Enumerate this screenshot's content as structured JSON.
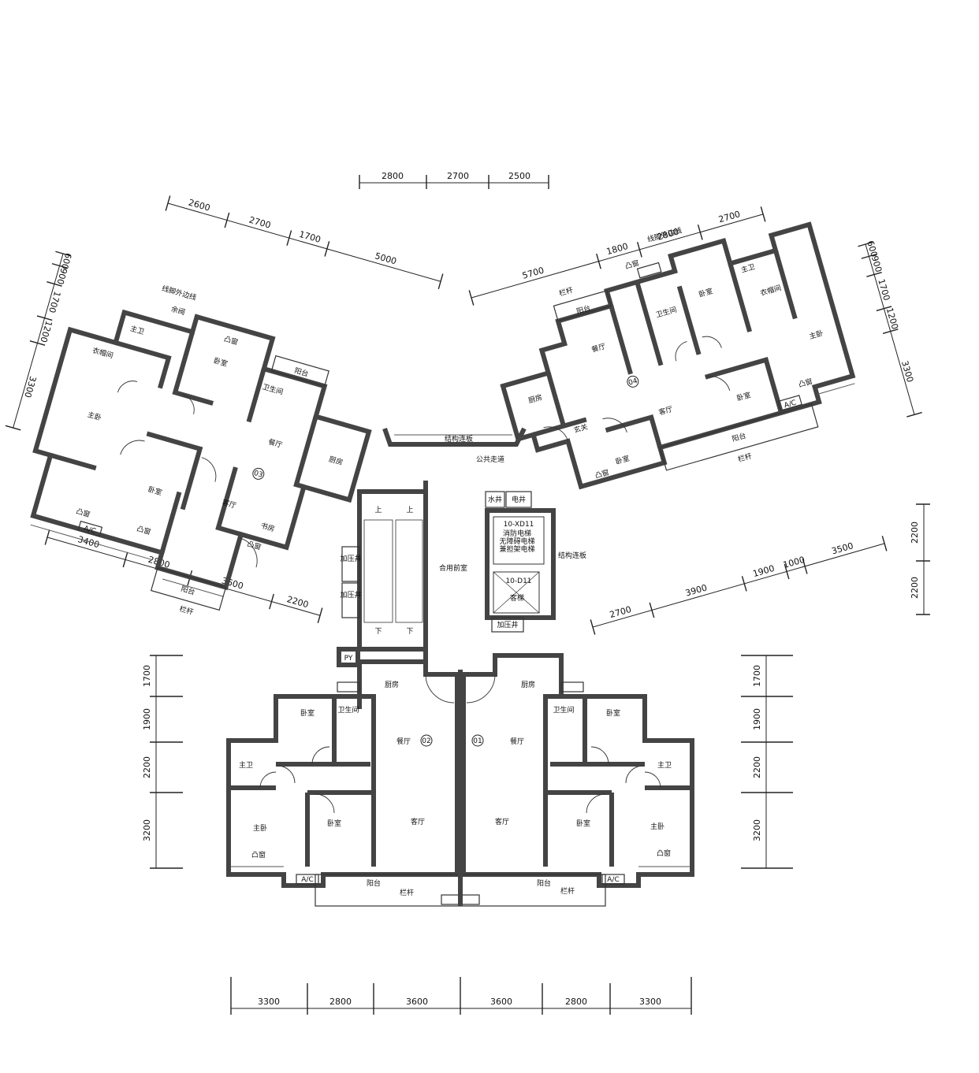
{
  "dims": {
    "top_center": [
      "2800",
      "2700",
      "2500"
    ],
    "top_left": [
      "2600",
      "2700",
      "1700",
      "5000"
    ],
    "top_right": [
      "5700",
      "1800",
      "2800",
      "2700"
    ],
    "left_vertical": [
      "600",
      "900",
      "1700",
      "1200",
      "3300"
    ],
    "right_vertical": [
      "600",
      "900",
      "1700",
      "1200",
      "3300"
    ],
    "mid_left": [
      "3400",
      "2800",
      "3600",
      "2200"
    ],
    "mid_right": [
      "2700",
      "3900",
      "1900",
      "1000",
      "3500"
    ],
    "mid_right_vertical": [
      "2200",
      "2200"
    ],
    "lower_left_vertical": [
      "1700",
      "1900",
      "2200",
      "3200"
    ],
    "lower_right_vertical": [
      "1700",
      "1900",
      "2200",
      "3200"
    ],
    "bottom": [
      "3300",
      "2800",
      "3600",
      "3600",
      "2800",
      "3300"
    ]
  },
  "unit03": {
    "tag": "03",
    "rooms": {
      "master_bath": "主卫",
      "bedroom_top": "卧室",
      "bath": "卫生间",
      "balcony_top": "阳台",
      "dining": "餐厅",
      "kitchen": "厨房",
      "closet": "衣帽间",
      "master": "主卧",
      "bedroom_mid": "卧室",
      "living": "客厅",
      "study": "书房",
      "balcony_bottom": "阳台"
    },
    "notes": {
      "line_outline": "线脚外边线",
      "flue": "余阀",
      "bay1": "凸窗",
      "bay2": "凸窗",
      "bay3": "凸窗",
      "bay4": "凸窗",
      "railing": "栏杆",
      "ac": "A/C"
    }
  },
  "unit04": {
    "tag": "04",
    "rooms": {
      "master_bath": "主卫",
      "bedroom_top": "卧室",
      "bath": "卫生间",
      "balcony_top": "阳台",
      "dining": "餐厅",
      "kitchen": "厨房",
      "closet": "衣帽间",
      "master": "主卧",
      "foyer": "玄关",
      "bedroom_mid": "卧室",
      "living": "客厅",
      "bedroom_low": "卧室",
      "balcony_bottom": "阳台"
    },
    "notes": {
      "line_outline": "线脚外边线",
      "railing_top": "栏杆",
      "bay_top": "凸窗",
      "bay_right": "凸窗",
      "bay_low": "凸窗",
      "railing_bottom": "栏杆",
      "ac": "A/C"
    }
  },
  "core": {
    "struct_slab_top": "结构连板",
    "public_corridor": "公共走道",
    "water_shaft": "水井",
    "elec_shaft": "电井",
    "shared_lobby": "合用前室",
    "fire_elevator_code": "10-XD11",
    "fire_elevator_line1": "消防电梯",
    "fire_elevator_line2": "无障碍电梯",
    "fire_elevator_line3": "兼担架电梯",
    "struct_slab_right": "结构连板",
    "car_elevator_code": "10-D11",
    "car_elevator_label": "客梯",
    "pressure_shaft_right": "加压井",
    "pressure_shaft_1": "加压井",
    "pressure_shaft_2": "加压井",
    "stair_up_1": "上",
    "stair_up_2": "上",
    "stair_down_1": "下",
    "stair_down_2": "下",
    "pipe": "PY"
  },
  "unit02": {
    "tag": "02",
    "rooms": {
      "kitchen": "厨房",
      "bedroom_top": "卧室",
      "bath": "卫生间",
      "dining": "餐厅",
      "master_bath": "主卫",
      "master": "主卧",
      "bedroom_mid": "卧室",
      "living": "客厅",
      "balcony": "阳台"
    },
    "notes": {
      "bay": "凸窗",
      "railing": "栏杆",
      "ac": "A/C"
    }
  },
  "unit01": {
    "tag": "01",
    "rooms": {
      "kitchen": "厨房",
      "bedroom_top": "卧室",
      "bath": "卫生间",
      "dining": "餐厅",
      "master_bath": "主卫",
      "master": "主卧",
      "bedroom_mid": "卧室",
      "living": "客厅",
      "balcony": "阳台"
    },
    "notes": {
      "bay": "凸窗",
      "railing": "栏杆",
      "ac": "A/C"
    }
  }
}
